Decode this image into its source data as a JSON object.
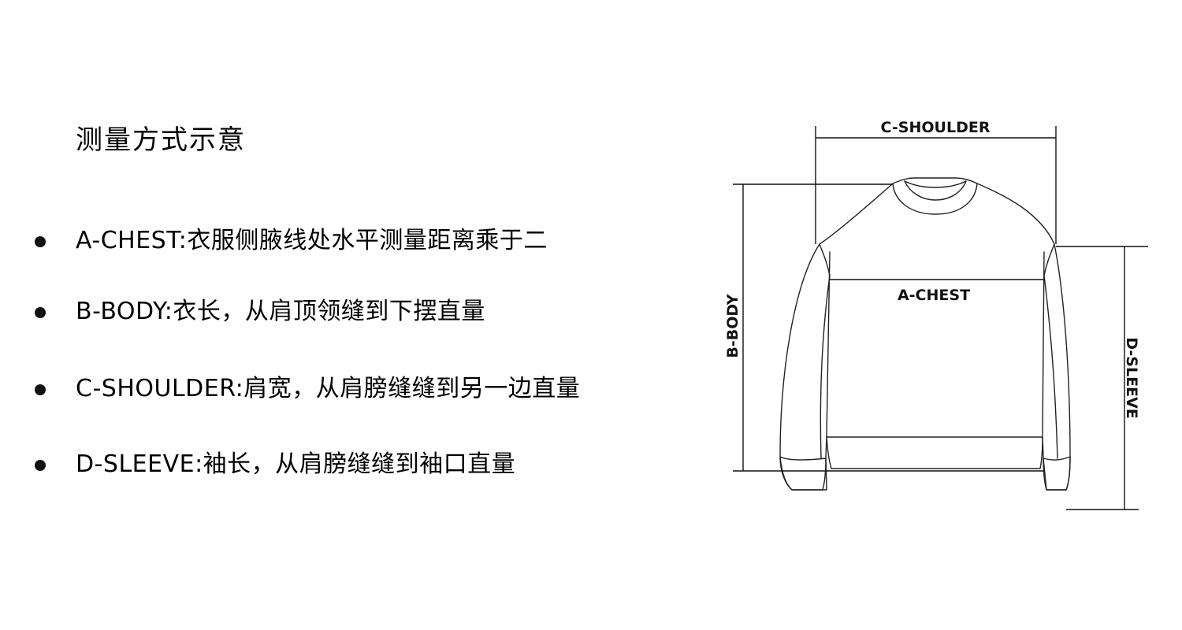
{
  "title": "测量方式示意",
  "items": [
    {
      "text": "A-CHEST:衣服侧腋线处水平测量距离乘于二"
    },
    {
      "text": "B-BODY:衣长，从肩顶领缝到下摆直量"
    },
    {
      "text": "C-SHOULDER:肩宽，从肩膀缝缝到另一边直量"
    },
    {
      "text": "D-SLEEVE:袖长，从肩膀缝缝到袖口直量"
    }
  ],
  "diagram": {
    "shoulder_label": "C-SHOULDER",
    "chest_label": "A-CHEST",
    "body_label": "B-BODY",
    "sleeve_label": "D-SLEEVE",
    "line_color": "#222222"
  }
}
